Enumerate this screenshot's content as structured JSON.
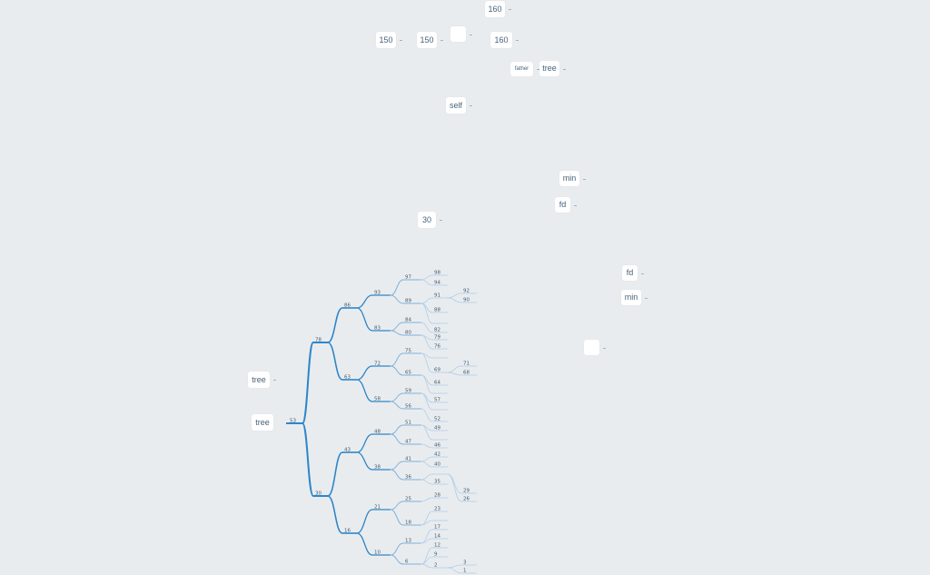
{
  "floating_nodes": [
    {
      "id": "n160a",
      "label": "160"
    },
    {
      "id": "n150a",
      "label": "150"
    },
    {
      "id": "n150b",
      "label": "150"
    },
    {
      "id": "nblank1",
      "label": ""
    },
    {
      "id": "n160b",
      "label": "160"
    },
    {
      "id": "nfather",
      "label": "father"
    },
    {
      "id": "ntree1",
      "label": "tree"
    },
    {
      "id": "nself",
      "label": "self"
    },
    {
      "id": "nmin1",
      "label": "min"
    },
    {
      "id": "nfd1",
      "label": "fd"
    },
    {
      "id": "n30",
      "label": "30"
    },
    {
      "id": "nfd2",
      "label": "fd"
    },
    {
      "id": "nmin2",
      "label": "min"
    },
    {
      "id": "nblank2",
      "label": ""
    },
    {
      "id": "ntree2",
      "label": "tree"
    }
  ],
  "tree": {
    "root_label": "tree",
    "root_value": "53",
    "colors": {
      "main": "#2e86c8",
      "branch": "#7eb1db",
      "leaf": "#aecde9"
    },
    "node_values": {
      "L1": [
        "78",
        "30"
      ],
      "L2": [
        "86",
        "63",
        "43",
        "16"
      ],
      "L3": [
        "93",
        "83",
        "72",
        "58",
        "48",
        "38",
        "21",
        "10"
      ],
      "L4": [
        "97",
        "89",
        "84",
        "80",
        "75",
        "65",
        "59",
        "56",
        "51",
        "47",
        "41",
        "36",
        "25",
        "18",
        "13",
        "6"
      ],
      "L5": [
        "98",
        "94",
        "91",
        "88",
        "",
        "82",
        "79",
        "76",
        "",
        "69",
        "64",
        "",
        "57",
        "",
        "52",
        "49",
        "",
        "46",
        "42",
        "40",
        "",
        "35",
        "28",
        "23",
        "",
        "17",
        "14",
        "12",
        "9",
        "2"
      ],
      "L6": [
        "92",
        "90",
        "71",
        "68",
        "29",
        "26",
        "3",
        "1"
      ]
    }
  }
}
